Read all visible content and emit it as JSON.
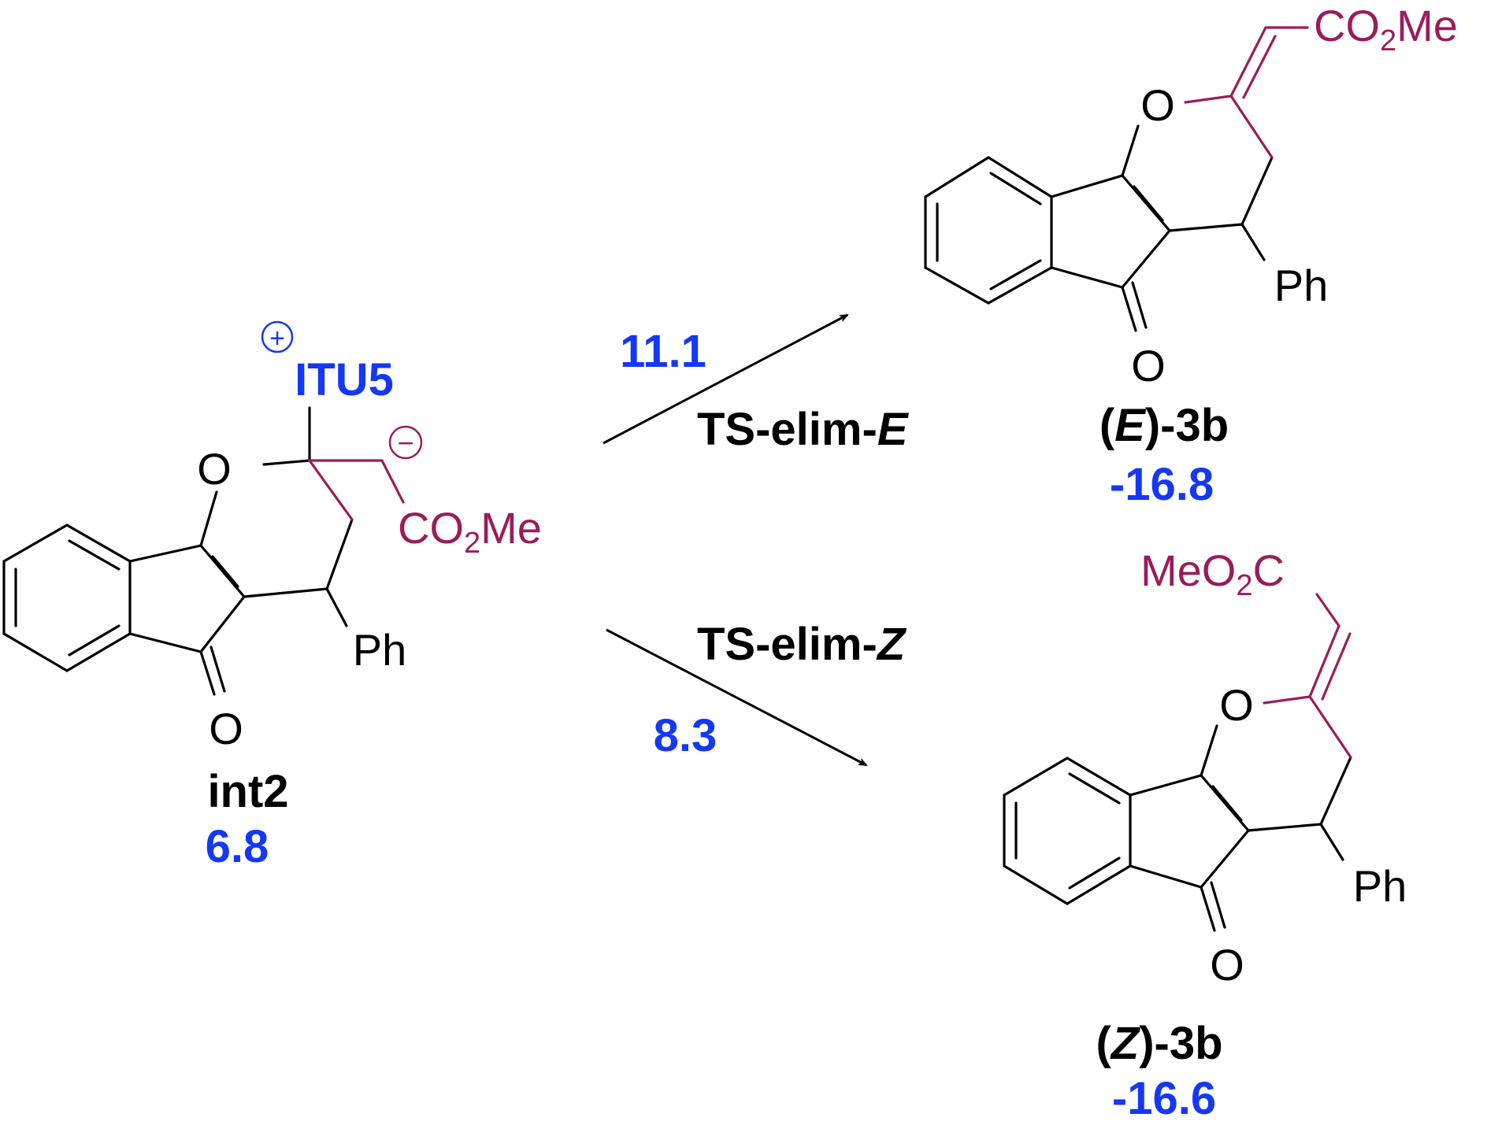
{
  "colors": {
    "black": "#000000",
    "blue": "#1438f5",
    "purple": "#9b1c5a"
  },
  "atoms": {
    "oxygen": "O",
    "phenyl": "Ph",
    "ester": "CO",
    "ester_sub": "2",
    "ester_tail": "Me",
    "ester_rev_head": "MeO",
    "ester_rev_sub": "2",
    "ester_rev_tail": "C"
  },
  "int2": {
    "cation_sign": "+",
    "anion_sign": "−",
    "catalyst": "ITU5",
    "name": "int2",
    "energy": "6.8"
  },
  "path_e": {
    "barrier": "11.1",
    "ts_prefix": "TS-elim-",
    "ts_italic": "E",
    "product_open": "(",
    "product_italic": "E",
    "product_tail": ")-3b",
    "energy": "-16.8"
  },
  "path_z": {
    "barrier": "8.3",
    "ts_prefix": "TS-elim-",
    "ts_italic": "Z",
    "product_open": "(",
    "product_italic": "Z",
    "product_tail": ")-3b",
    "energy": "-16.6"
  }
}
